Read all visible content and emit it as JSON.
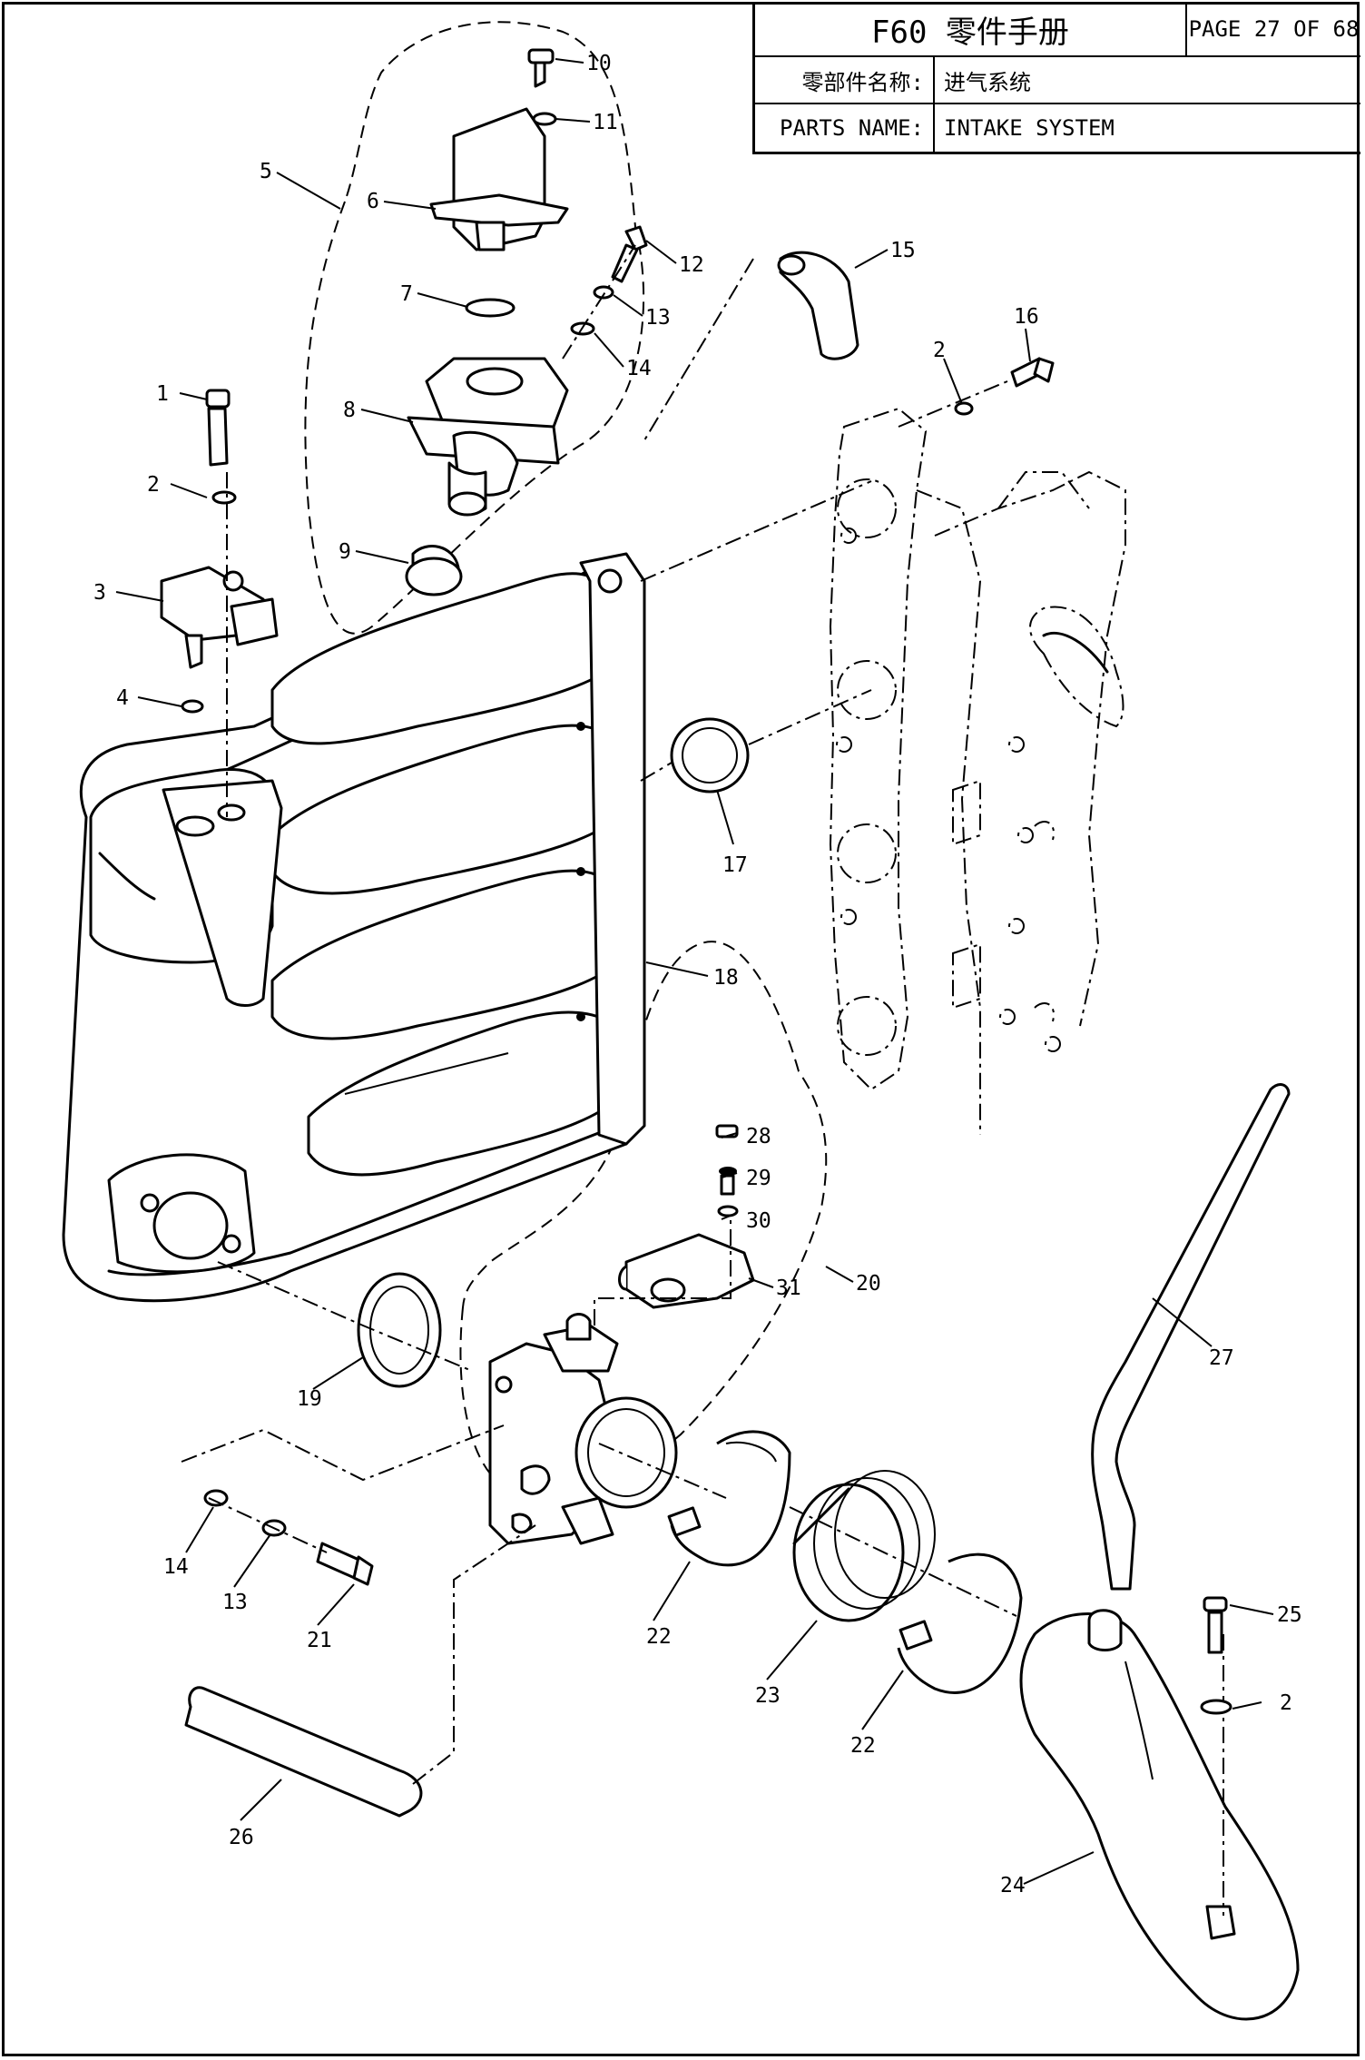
{
  "header": {
    "book_title": "F60 零件手册",
    "page": "PAGE 27 OF 68",
    "parts_name_cn_label": "零部件名称:",
    "parts_name_cn_value": "进气系统",
    "parts_name_en_label": "PARTS NAME:",
    "parts_name_en_value": "INTAKE SYSTEM"
  },
  "callouts": [
    "1",
    "2",
    "3",
    "4",
    "5",
    "6",
    "7",
    "8",
    "9",
    "10",
    "11",
    "12",
    "13",
    "14",
    "15",
    "16",
    "2",
    "17",
    "18",
    "19",
    "20",
    "28",
    "29",
    "30",
    "31",
    "27",
    "14",
    "13",
    "21",
    "22",
    "23",
    "22",
    "26",
    "24",
    "25",
    "2"
  ]
}
